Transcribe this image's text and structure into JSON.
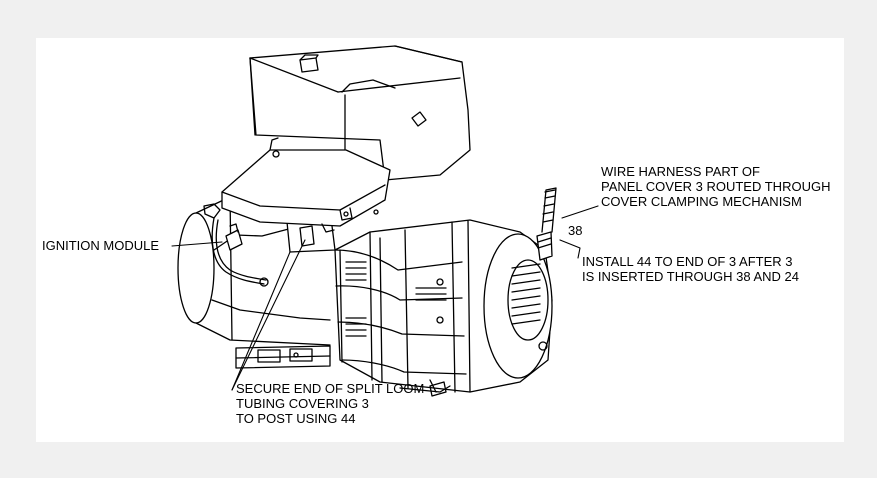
{
  "colors": {
    "background": "#f0f0f0",
    "sheet": "#ffffff",
    "ink": "#000000"
  },
  "callouts": {
    "ignition_module": "IGNITION MODULE",
    "wire_harness": [
      "WIRE HARNESS PART OF",
      "PANEL COVER 3 ROUTED THROUGH",
      "COVER CLAMPING MECHANISM"
    ],
    "ref_38": "38",
    "install": [
      "INSTALL  44  TO END OF 3 AFTER 3",
      "IS INSERTED THROUGH 38 AND 24"
    ],
    "secure": [
      "SECURE END OF SPLIT LOOM",
      "TUBING COVERING 3",
      "TO POST USING 44"
    ]
  }
}
